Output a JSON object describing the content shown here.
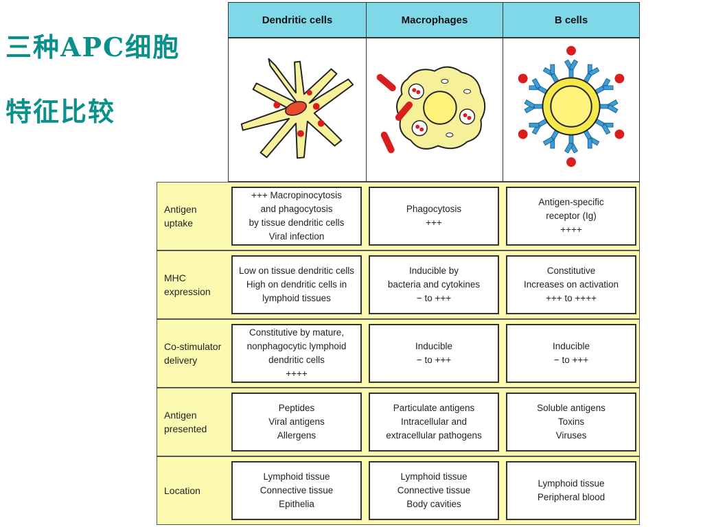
{
  "title": {
    "line1": "三种APC细胞",
    "line2": "特征比较"
  },
  "columns": [
    {
      "header": "Dendritic cells"
    },
    {
      "header": "Macrophages"
    },
    {
      "header": "B cells"
    }
  ],
  "rows": [
    {
      "label": "Antigen\nuptake",
      "cells": [
        "+++ Macropinocytosis\nand phagocytosis\nby tissue dendritic cells\nViral infection",
        "Phagocytosis\n+++",
        "Antigen-specific\nreceptor (Ig)\n++++"
      ]
    },
    {
      "label": "MHC\nexpression",
      "cells": [
        "Low on tissue dendritic cells\nHigh on dendritic cells in\nlymphoid tissues",
        "Inducible by\nbacteria and cytokines\n− to +++",
        "Constitutive\nIncreases on activation\n+++ to ++++"
      ]
    },
    {
      "label": "Co-stimulator\ndelivery",
      "cells": [
        "Constitutive by mature,\nnonphagocytic lymphoid\ndendritic cells\n++++",
        "Inducible\n− to +++",
        "Inducible\n− to +++"
      ]
    },
    {
      "label": "Antigen\npresented",
      "cells": [
        "Peptides\nViral antigens\nAllergens",
        "Particulate antigens\nIntracellular and\nextracellular pathogens",
        "Soluble antigens\nToxins\nViruses"
      ]
    },
    {
      "label": "Location",
      "cells": [
        "Lymphoid tissue\nConnective tissue\nEpithelia",
        "Lymphoid tissue\nConnective tissue\nBody cavities",
        "Lymphoid tissue\nPeripheral blood"
      ]
    }
  ],
  "colors": {
    "title": "#0a8f8a",
    "header_bg": "#7fd8e8",
    "row_bg": "#fcfab0",
    "cell_body": "#f7f09a",
    "nucleus": "#fff27a",
    "antigen": "#d81e1e",
    "receptor": "#3a9fd8"
  }
}
